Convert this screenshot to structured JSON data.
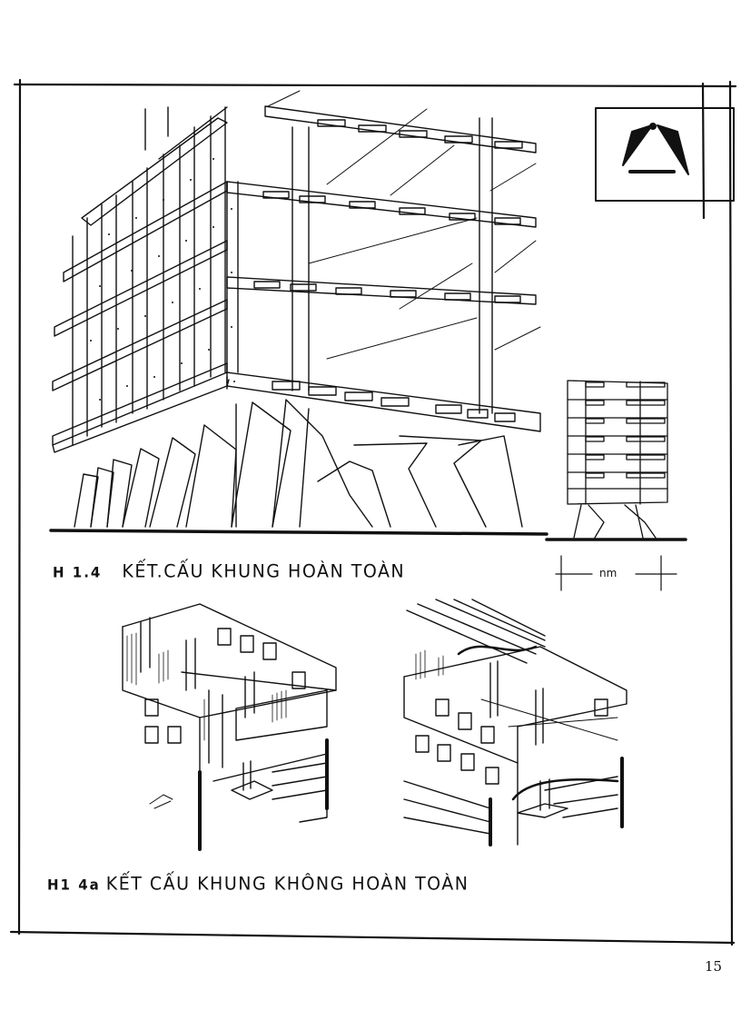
{
  "page": {
    "page_number": "15",
    "background": "#ffffff",
    "ink_color": "#111111"
  },
  "figures": [
    {
      "id": "fig-1-4",
      "label": "H 1.4",
      "caption": "KẾT.CẤU KHUNG HOÀN TOÀN",
      "description": "Perspective drawing of full frame structure building on angular pilotis, with small elevation sketch and scale bar"
    },
    {
      "id": "fig-1-4a",
      "label": "H1 4a",
      "caption": "KẾT CẤU KHUNG KHÔNG HOÀN TOÀN",
      "description": "Two isometric cutaway drawings of partial frame structures"
    }
  ],
  "scale_bar": {
    "label": "nm"
  },
  "icon": {
    "name": "view-angle-symbol"
  }
}
